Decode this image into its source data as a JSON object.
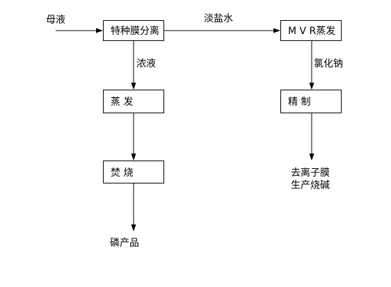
{
  "nodes": {
    "membrane": "特种膜分离",
    "mvr": "M V R蒸发",
    "evaporation": "蒸  发",
    "refining": "精  制",
    "incineration": "焚  烧"
  },
  "labels": {
    "mother_liquor": "母液",
    "light_brine": "淡盐水",
    "concentrate": "浓液",
    "sodium_chloride": "氯化钠",
    "output_caustic_line1": "去离子膜",
    "output_caustic_line2": "生产烧碱",
    "output_phosphorus": "磷产品"
  }
}
